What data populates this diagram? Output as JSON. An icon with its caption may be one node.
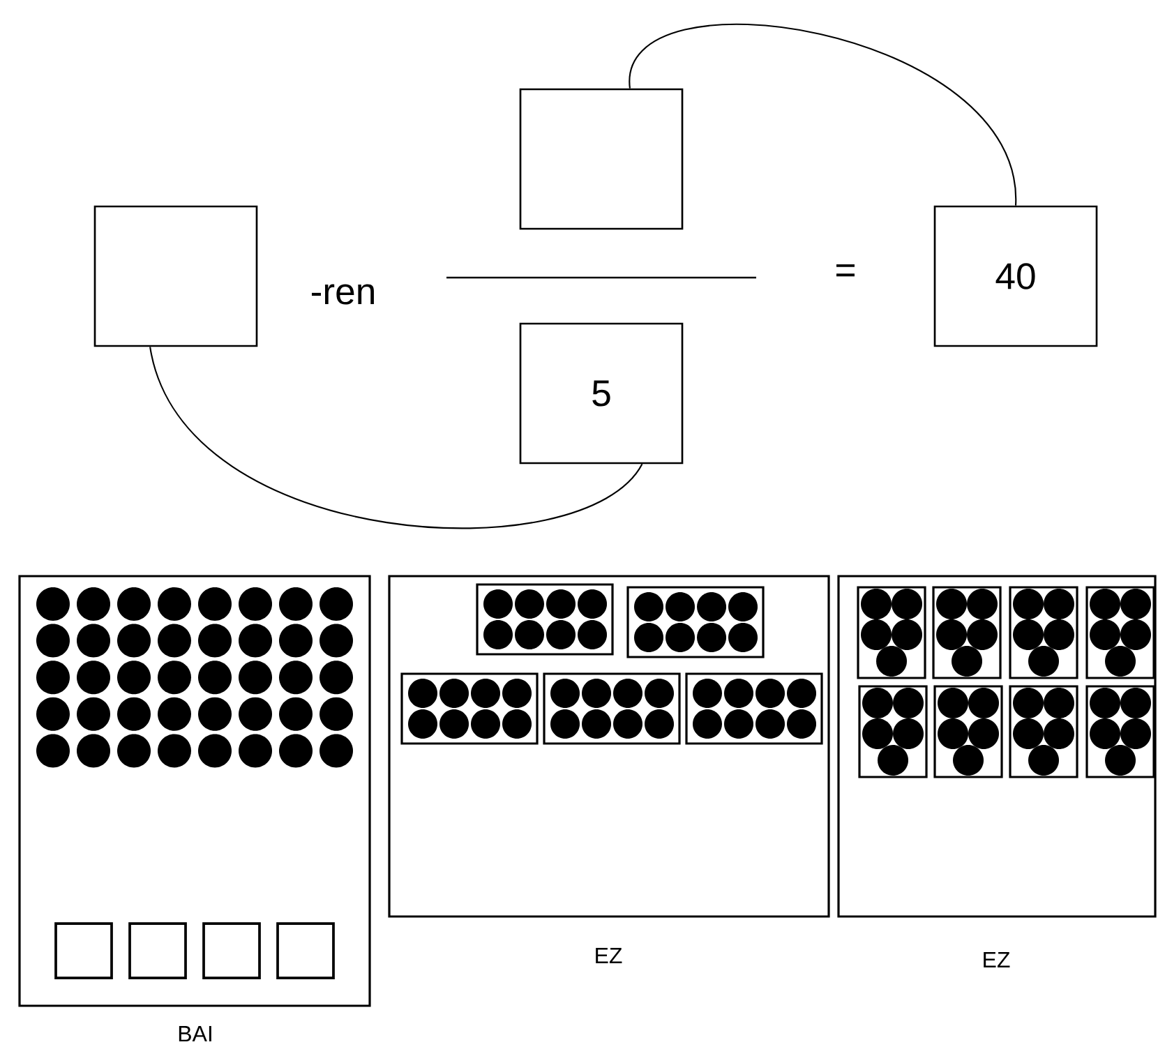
{
  "diagram": {
    "nodes": [
      {
        "text": [],
        "shape": "box"
      },
      {
        "text": [],
        "shape": "box"
      },
      {
        "text": [
          "5"
        ]
      },
      {
        "text": [
          "40"
        ]
      },
      {
        "text": [
          "BAI"
        ]
      },
      {
        "text": [],
        "shape": "box",
        "in": 4
      },
      {
        "text": [],
        "shape": "box",
        "in": 4
      },
      {
        "text": [],
        "shape": "box",
        "in": 4
      },
      {
        "text": [],
        "shape": "box",
        "in": 4
      },
      {
        "text": [
          "EZ"
        ]
      },
      {
        "text": [
          "EZ"
        ]
      }
    ],
    "edges": [
      {
        "from": 0,
        "to": 2,
        "arrow": "none"
      },
      {
        "from": 1,
        "to": 3,
        "arrow": "none"
      }
    ],
    "labels": [
      "-ren",
      "="
    ]
  }
}
